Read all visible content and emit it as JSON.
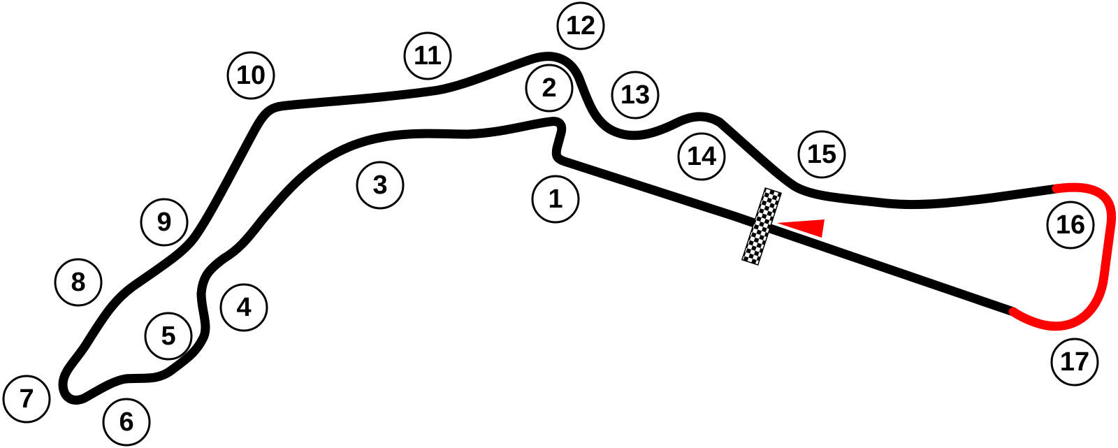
{
  "colors": {
    "track": "#000000",
    "highlight": "#ff0000",
    "background": "#ffffff",
    "label_ring": "#000000"
  },
  "icons": {
    "start_finish": "checkered-flag-icon",
    "direction": "direction-arrow-icon"
  },
  "corners": [
    {
      "number": "1"
    },
    {
      "number": "2"
    },
    {
      "number": "3"
    },
    {
      "number": "4"
    },
    {
      "number": "5"
    },
    {
      "number": "6"
    },
    {
      "number": "7"
    },
    {
      "number": "8"
    },
    {
      "number": "9"
    },
    {
      "number": "10"
    },
    {
      "number": "11"
    },
    {
      "number": "12"
    },
    {
      "number": "13"
    },
    {
      "number": "14"
    },
    {
      "number": "15"
    },
    {
      "number": "16"
    },
    {
      "number": "17"
    }
  ]
}
